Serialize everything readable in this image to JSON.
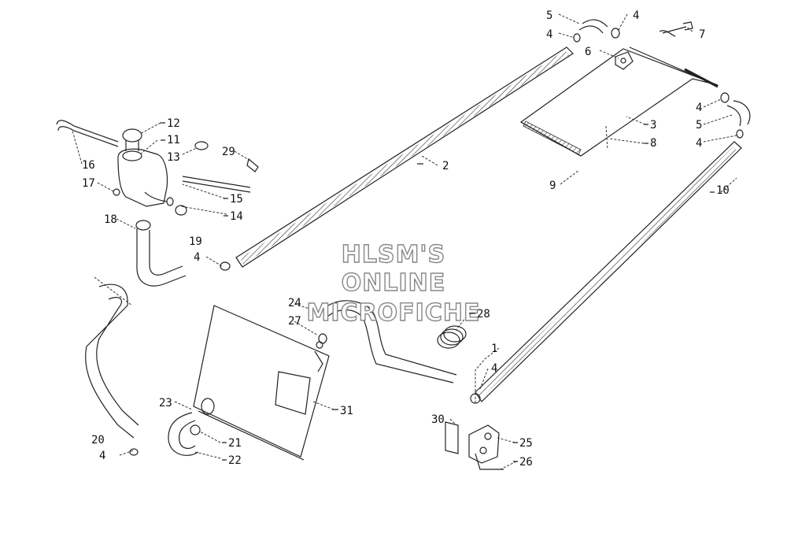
{
  "watermark": {
    "line1": "HLSM'S",
    "line2": "ONLINE",
    "line3": "MICROFICHE"
  },
  "callouts": [
    {
      "id": "c5a",
      "text": "5"
    },
    {
      "id": "c4a",
      "text": "4"
    },
    {
      "id": "c4b",
      "text": "4"
    },
    {
      "id": "c7",
      "text": "7"
    },
    {
      "id": "c6",
      "text": "6"
    },
    {
      "id": "c12",
      "text": "12"
    },
    {
      "id": "c11",
      "text": "11"
    },
    {
      "id": "c13",
      "text": "13"
    },
    {
      "id": "c29",
      "text": "29"
    },
    {
      "id": "c16",
      "text": "16"
    },
    {
      "id": "c2",
      "text": "2"
    },
    {
      "id": "c17",
      "text": "17"
    },
    {
      "id": "c15",
      "text": "15"
    },
    {
      "id": "c18",
      "text": "18"
    },
    {
      "id": "c14",
      "text": "14"
    },
    {
      "id": "c19",
      "text": "19"
    },
    {
      "id": "c4c",
      "text": "4"
    },
    {
      "id": "c4d",
      "text": "4"
    },
    {
      "id": "c5b",
      "text": "5"
    },
    {
      "id": "c3",
      "text": "3"
    },
    {
      "id": "c4e",
      "text": "4"
    },
    {
      "id": "c8",
      "text": "8"
    },
    {
      "id": "c9",
      "text": "9"
    },
    {
      "id": "c10",
      "text": "10"
    },
    {
      "id": "c24",
      "text": "24"
    },
    {
      "id": "c28",
      "text": "28"
    },
    {
      "id": "c27",
      "text": "27"
    },
    {
      "id": "c1",
      "text": "1"
    },
    {
      "id": "c4f",
      "text": "4"
    },
    {
      "id": "c23",
      "text": "23"
    },
    {
      "id": "c31",
      "text": "31"
    },
    {
      "id": "c30",
      "text": "30"
    },
    {
      "id": "c25",
      "text": "25"
    },
    {
      "id": "c20",
      "text": "20"
    },
    {
      "id": "c21",
      "text": "21"
    },
    {
      "id": "c4g",
      "text": "4"
    },
    {
      "id": "c22",
      "text": "22"
    },
    {
      "id": "c26",
      "text": "26"
    }
  ]
}
